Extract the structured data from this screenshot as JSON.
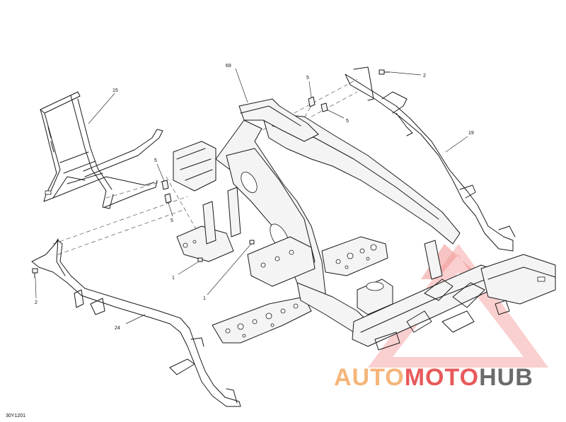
{
  "diagram": {
    "code": "30Y1201",
    "callouts": {
      "c69": "69",
      "c15": "15",
      "c19": "19",
      "c24": "24",
      "c2a": "2",
      "c2b": "2",
      "c5a": "5",
      "c5b": "5",
      "c5c": "5",
      "c5d": "5",
      "c1a": "1",
      "c1b": "1"
    }
  },
  "watermark": {
    "part1": "AUTO",
    "part2": "MOTO",
    "part3": "HUB",
    "color_orange": "#f5b57a",
    "color_red": "#e85a5a",
    "color_gray": "#6b6b6b"
  }
}
